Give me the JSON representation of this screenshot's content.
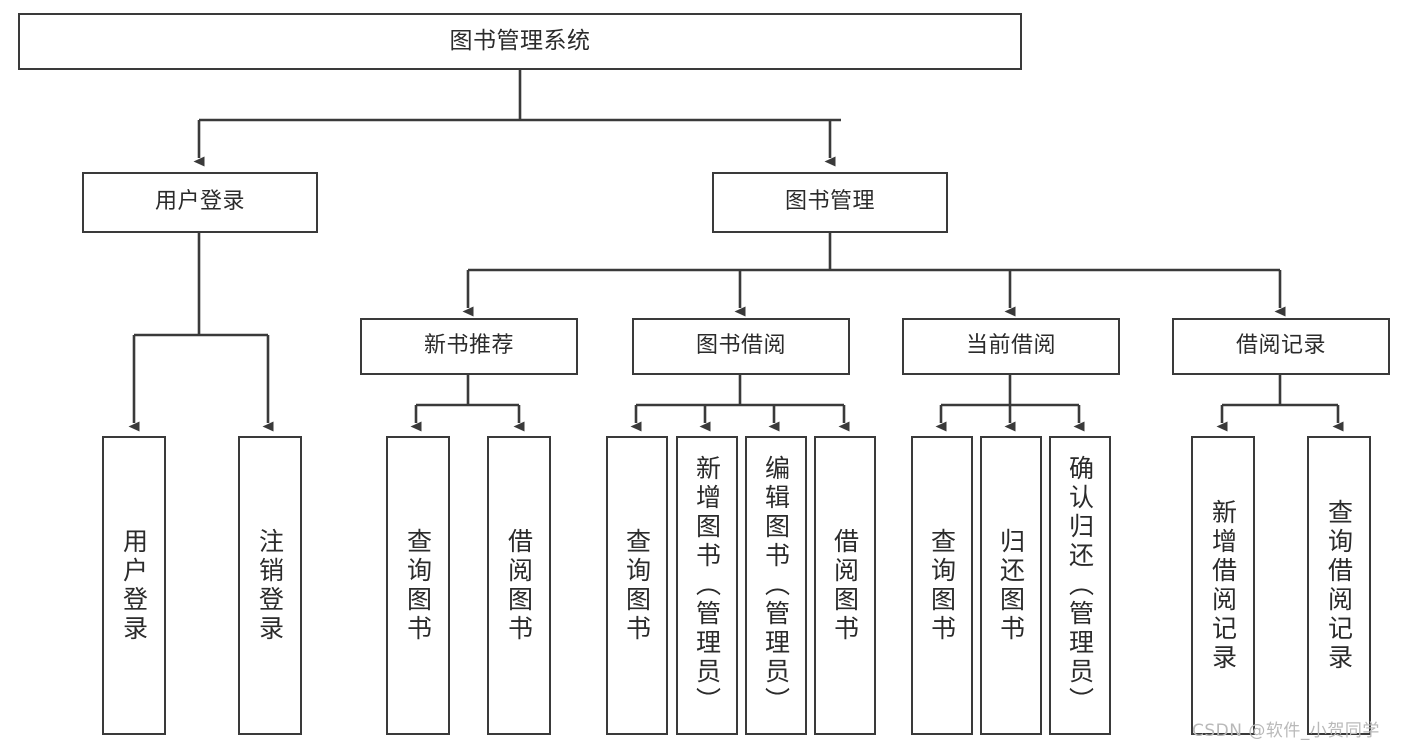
{
  "diagram": {
    "type": "tree-hierarchy-chart",
    "title": "图书管理系统",
    "stroke_color": "#3a3a3a",
    "text_color": "#2b2b2b",
    "background": "#ffffff",
    "nodes": {
      "root": {
        "label": "图书管理系统",
        "orientation": "horizontal"
      },
      "level2": [
        {
          "id": "user-login",
          "label": "用户登录",
          "orientation": "horizontal"
        },
        {
          "id": "book-manage",
          "label": "图书管理",
          "orientation": "horizontal"
        }
      ],
      "level3": [
        {
          "id": "new-book-recommend",
          "label": "新书推荐",
          "orientation": "horizontal"
        },
        {
          "id": "book-borrow",
          "label": "图书借阅",
          "orientation": "horizontal"
        },
        {
          "id": "current-borrow",
          "label": "当前借阅",
          "orientation": "horizontal"
        },
        {
          "id": "borrow-record",
          "label": "借阅记录",
          "orientation": "horizontal"
        }
      ],
      "leaves": [
        {
          "id": "leaf-user-login",
          "label": "用户登录",
          "parent": "user-login",
          "orientation": "vertical"
        },
        {
          "id": "leaf-user-logout",
          "label": "注销登录",
          "parent": "user-login",
          "orientation": "vertical"
        },
        {
          "id": "leaf-query-book-1",
          "label": "查询图书",
          "parent": "new-book-recommend",
          "orientation": "vertical"
        },
        {
          "id": "leaf-borrow-book-1",
          "label": "借阅图书",
          "parent": "new-book-recommend",
          "orientation": "vertical"
        },
        {
          "id": "leaf-query-book-2",
          "label": "查询图书",
          "parent": "book-borrow",
          "orientation": "vertical"
        },
        {
          "id": "leaf-add-book",
          "label": "新增图书（管理员）",
          "parent": "book-borrow",
          "orientation": "vertical"
        },
        {
          "id": "leaf-edit-book",
          "label": "编辑图书（管理员）",
          "parent": "book-borrow",
          "orientation": "vertical"
        },
        {
          "id": "leaf-borrow-book-2",
          "label": "借阅图书",
          "parent": "book-borrow",
          "orientation": "vertical"
        },
        {
          "id": "leaf-query-book-3",
          "label": "查询图书",
          "parent": "current-borrow",
          "orientation": "vertical"
        },
        {
          "id": "leaf-return-book",
          "label": "归还图书",
          "parent": "current-borrow",
          "orientation": "vertical"
        },
        {
          "id": "leaf-confirm-return",
          "label": "确认归还（管理员）",
          "parent": "current-borrow",
          "orientation": "vertical"
        },
        {
          "id": "leaf-add-record",
          "label": "新增借阅记录",
          "parent": "borrow-record",
          "orientation": "vertical"
        },
        {
          "id": "leaf-query-record",
          "label": "查询借阅记录",
          "parent": "borrow-record",
          "orientation": "vertical"
        }
      ]
    }
  },
  "watermark": {
    "text": "CSDN @软件_小贺同学",
    "color": "#b9b9b9"
  }
}
